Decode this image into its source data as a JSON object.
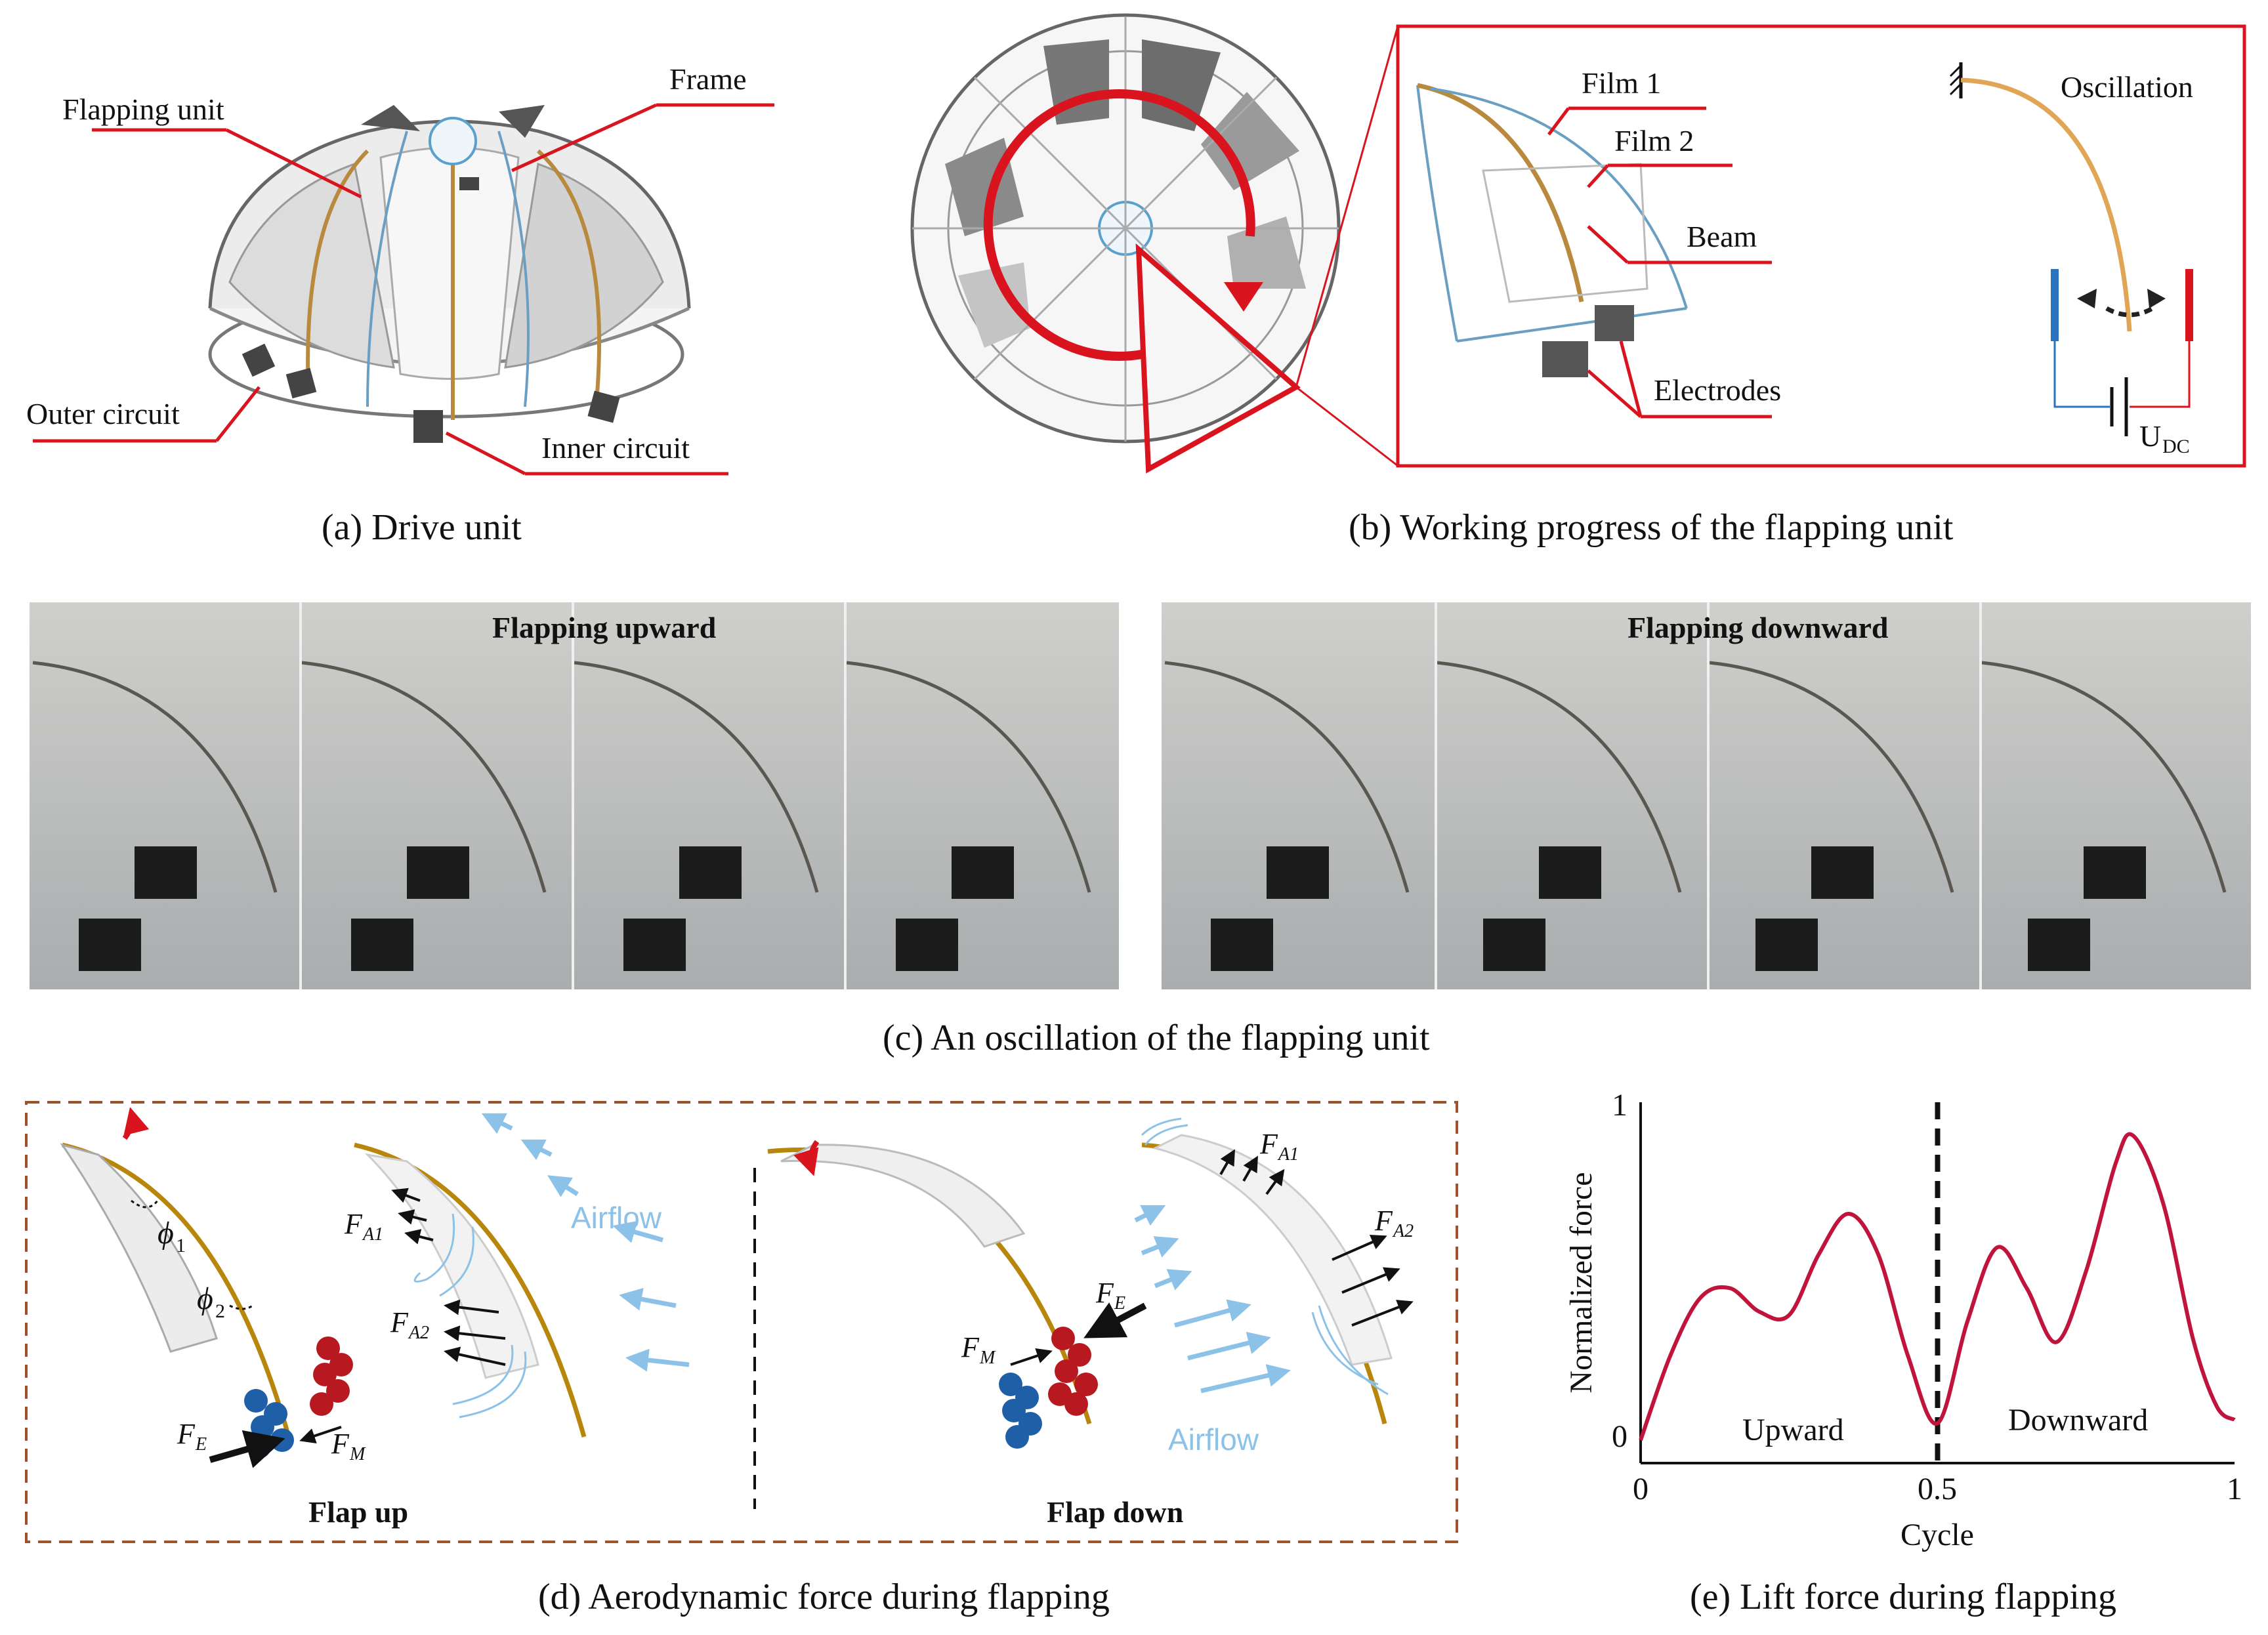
{
  "panel_a": {
    "caption": "(a)  Drive unit",
    "labels": {
      "flapping_unit": "Flapping unit",
      "frame": "Frame",
      "outer_circuit": "Outer circuit",
      "inner_circuit": "Inner circuit"
    }
  },
  "panel_b": {
    "caption": "(b)  Working progress of the flapping unit",
    "labels": {
      "film1": "Film 1",
      "film2": "Film 2",
      "beam": "Beam",
      "electrodes": "Electrodes",
      "oscillation": "Oscillation",
      "udc": "U",
      "udc_sub": "DC"
    }
  },
  "panel_c": {
    "caption": "(c)  An oscillation of the flapping unit",
    "up_title": "Flapping upward",
    "down_title": "Flapping downward"
  },
  "panel_d": {
    "caption": "(d)  Aerodynamic force during flapping",
    "flap_up": "Flap up",
    "flap_down": "Flap down",
    "airflow": "Airflow",
    "phi1": "ϕ",
    "phi1_sub": "1",
    "phi2": "ϕ",
    "phi2_sub": "2",
    "fe": "F",
    "fe_sub": "E",
    "fm": "F",
    "fm_sub": "M",
    "fa1": "F",
    "fa1_sub": "A1",
    "fa2": "F",
    "fa2_sub": "A2"
  },
  "panel_e": {
    "caption": "(e)  Lift force during flapping",
    "upward": "Upward",
    "downward": "Downward"
  },
  "chart_data": {
    "type": "line",
    "xlabel": "Cycle",
    "ylabel": "Normalized force",
    "xlim": [
      0,
      1
    ],
    "ylim": [
      0,
      1
    ],
    "xticks": [
      "0",
      "0.5",
      "1"
    ],
    "yticks": [
      "0",
      "1"
    ],
    "divider_x": 0.5,
    "color": "#c0143c",
    "series": [
      {
        "x": [
          0,
          0.05,
          0.1,
          0.15,
          0.2,
          0.25,
          0.3,
          0.35,
          0.4,
          0.45,
          0.5,
          0.55,
          0.6,
          0.65,
          0.7,
          0.75,
          0.8,
          0.83,
          0.88,
          0.93,
          0.97,
          1.0
        ],
        "values": [
          0.0,
          0.25,
          0.42,
          0.45,
          0.38,
          0.37,
          0.55,
          0.67,
          0.55,
          0.25,
          0.05,
          0.35,
          0.57,
          0.45,
          0.29,
          0.5,
          0.82,
          0.9,
          0.7,
          0.3,
          0.1,
          0.06
        ]
      }
    ]
  }
}
